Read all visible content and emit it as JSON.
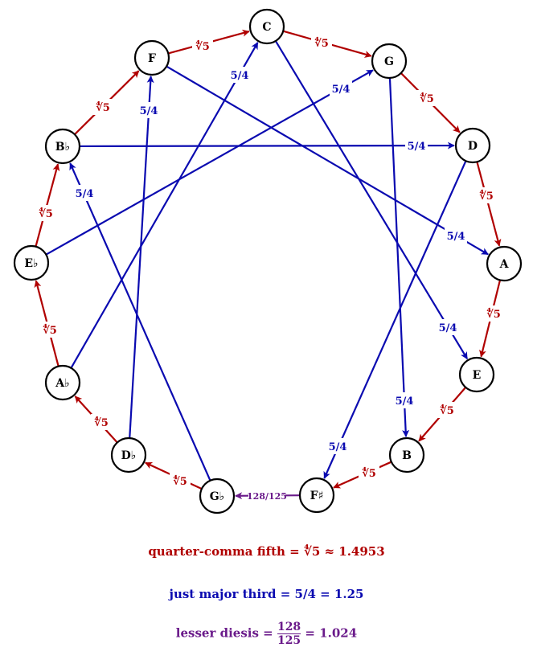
{
  "colors": {
    "fifth": "#b00000",
    "third": "#0a0ab0",
    "diesis": "#6a1a8a"
  },
  "nodes": [
    "C",
    "G",
    "D",
    "A",
    "E",
    "B",
    "F♯",
    "G♭",
    "D♭",
    "A♭",
    "E♭",
    "B♭",
    "F"
  ],
  "edges": [
    {
      "from": "F",
      "to": "C",
      "label": "∜5",
      "type": "fifth"
    },
    {
      "from": "C",
      "to": "G",
      "label": "∜5",
      "type": "fifth"
    },
    {
      "from": "G",
      "to": "D",
      "label": "∜5",
      "type": "fifth"
    },
    {
      "from": "D",
      "to": "A",
      "label": "∜5",
      "type": "fifth"
    },
    {
      "from": "A",
      "to": "E",
      "label": "∜5",
      "type": "fifth"
    },
    {
      "from": "E",
      "to": "B",
      "label": "∜5",
      "type": "fifth"
    },
    {
      "from": "B",
      "to": "F♯",
      "label": "∜5",
      "type": "fifth"
    },
    {
      "from": "G♭",
      "to": "D♭",
      "label": "∜5",
      "type": "fifth"
    },
    {
      "from": "D♭",
      "to": "A♭",
      "label": "∜5",
      "type": "fifth"
    },
    {
      "from": "A♭",
      "to": "E♭",
      "label": "∜5",
      "type": "fifth"
    },
    {
      "from": "E♭",
      "to": "B♭",
      "label": "∜5",
      "type": "fifth"
    },
    {
      "from": "B♭",
      "to": "F",
      "label": "∜5",
      "type": "fifth"
    },
    {
      "from": "F♯",
      "to": "G♭",
      "label": "128/125",
      "type": "diesis"
    },
    {
      "from": "F",
      "to": "A",
      "label": "5/4",
      "type": "third"
    },
    {
      "from": "C",
      "to": "E",
      "label": "5/4",
      "type": "third"
    },
    {
      "from": "G",
      "to": "B",
      "label": "5/4",
      "type": "third"
    },
    {
      "from": "D",
      "to": "F♯",
      "label": "5/4",
      "type": "third"
    },
    {
      "from": "B♭",
      "to": "D",
      "label": "5/4",
      "type": "third"
    },
    {
      "from": "E♭",
      "to": "G",
      "label": "5/4",
      "type": "third"
    },
    {
      "from": "A♭",
      "to": "C",
      "label": "5/4",
      "type": "third"
    },
    {
      "from": "D♭",
      "to": "F",
      "label": "5/4",
      "type": "third"
    },
    {
      "from": "G♭",
      "to": "B♭",
      "label": "5/4",
      "type": "third"
    }
  ],
  "legend": {
    "fifth": "quarter-comma fifth = ∜5 ≈ 1.4953",
    "third": "just major third = 5/4 = 1.25",
    "diesis_prefix": "lesser diesis =",
    "diesis_num": "128",
    "diesis_den": "125",
    "diesis_suffix": "= 1.024"
  }
}
